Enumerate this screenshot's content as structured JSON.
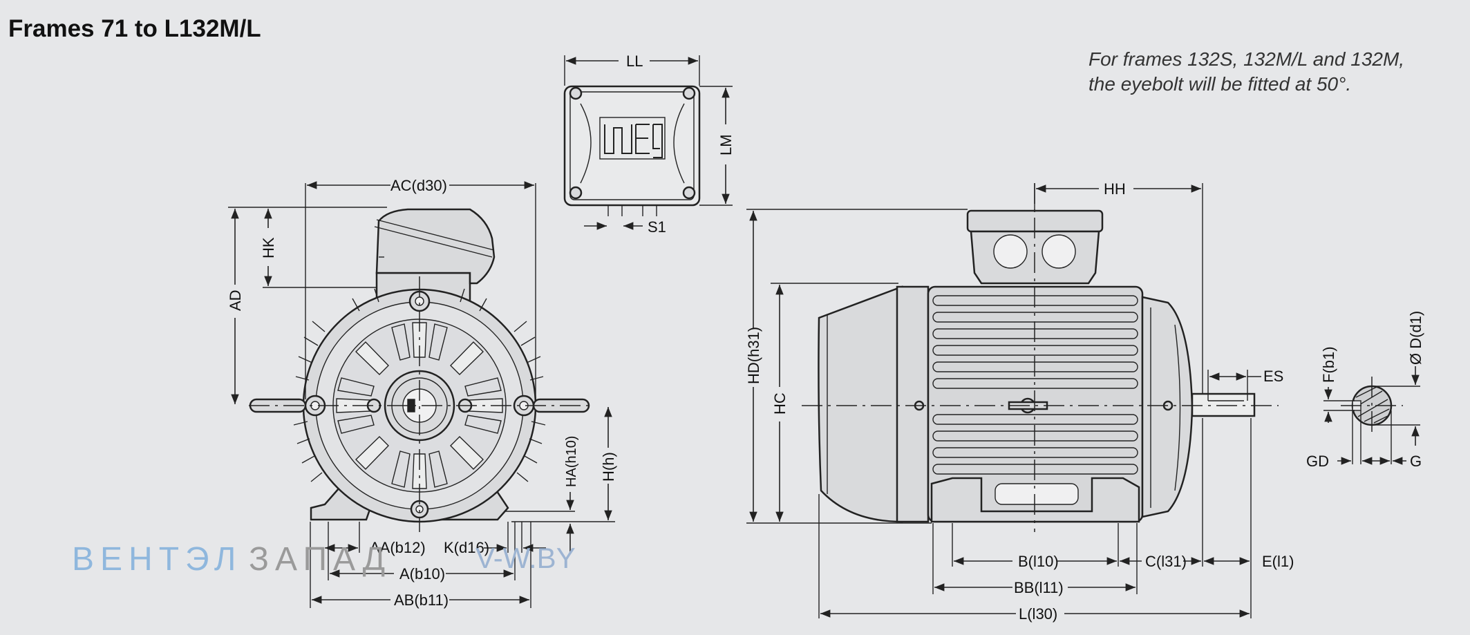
{
  "title": "Frames 71 to L132M/L",
  "note": {
    "line1": "For frames 132S, 132M/L and 132M,",
    "line2": "the eyebolt will be fitted at 50°."
  },
  "terminal_box_logo": "weg",
  "watermark": {
    "part1": "ВЕНТЭЛ",
    "part2": "ЗАПАД",
    "part3": "V-W.BY"
  },
  "labels": {
    "front": {
      "ac": "AC(d30)",
      "hk": "HK",
      "ad": "AD",
      "ha": "HA(h10)",
      "h": "H(h)",
      "aa": "AA(b12)",
      "k": "K(d16)",
      "a": "A(b10)",
      "ab": "AB(b11)"
    },
    "box": {
      "ll": "LL",
      "lm": "LM",
      "s1": "S1"
    },
    "side": {
      "hh": "HH",
      "hd": "HD(h31)",
      "hc": "HC",
      "es": "ES",
      "b": "B(l10)",
      "c": "C(l31)",
      "e": "E(l1)",
      "bb": "BB(l11)",
      "l": "L(l30)"
    },
    "shaft": {
      "f": "F(b1)",
      "d": "Ø D(d1)",
      "gd": "GD",
      "g": "G"
    }
  }
}
